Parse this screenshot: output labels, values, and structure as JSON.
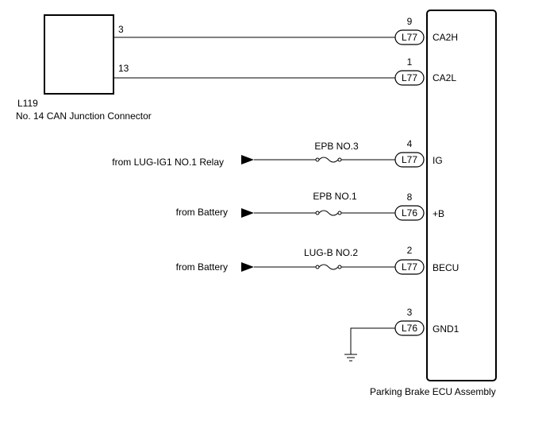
{
  "junction_connector": {
    "code": "L119",
    "name": "No. 14 CAN Junction Connector",
    "pins": [
      "3",
      "13"
    ]
  },
  "ecu": {
    "name": "Parking Brake ECU Assembly",
    "terminals": [
      {
        "pin": "9",
        "connector": "L77",
        "signal": "CA2H"
      },
      {
        "pin": "1",
        "connector": "L77",
        "signal": "CA2L"
      },
      {
        "pin": "4",
        "connector": "L77",
        "signal": "IG"
      },
      {
        "pin": "8",
        "connector": "L76",
        "signal": "+B"
      },
      {
        "pin": "2",
        "connector": "L77",
        "signal": "BECU"
      },
      {
        "pin": "3",
        "connector": "L76",
        "signal": "GND1"
      }
    ]
  },
  "sources": [
    {
      "label": "from LUG-IG1 NO.1 Relay",
      "fuse": "EPB NO.3"
    },
    {
      "label": "from Battery",
      "fuse": "EPB NO.1"
    },
    {
      "label": "from Battery",
      "fuse": "LUG-B NO.2"
    }
  ]
}
